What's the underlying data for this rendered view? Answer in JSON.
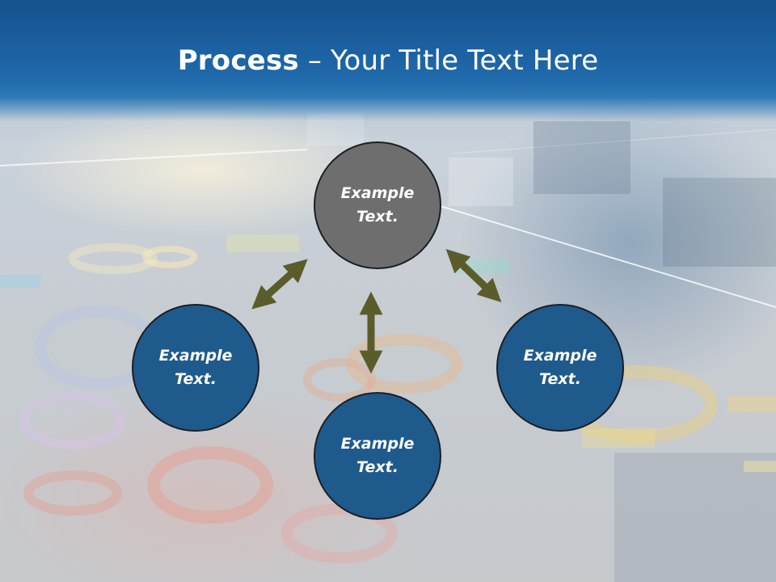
{
  "slide": {
    "title_bold": "Process",
    "title_rest": " – Your Title Text Here"
  },
  "diagram": {
    "nodes": [
      {
        "id": "top",
        "label": "Example Text."
      },
      {
        "id": "left",
        "label": "Example Text."
      },
      {
        "id": "right",
        "label": "Example Text."
      },
      {
        "id": "bottom",
        "label": "Example Text."
      }
    ],
    "arrow_color": "#5a5d2a",
    "center_color": "#6e6e6e",
    "node_color": "#1f5a8c"
  }
}
